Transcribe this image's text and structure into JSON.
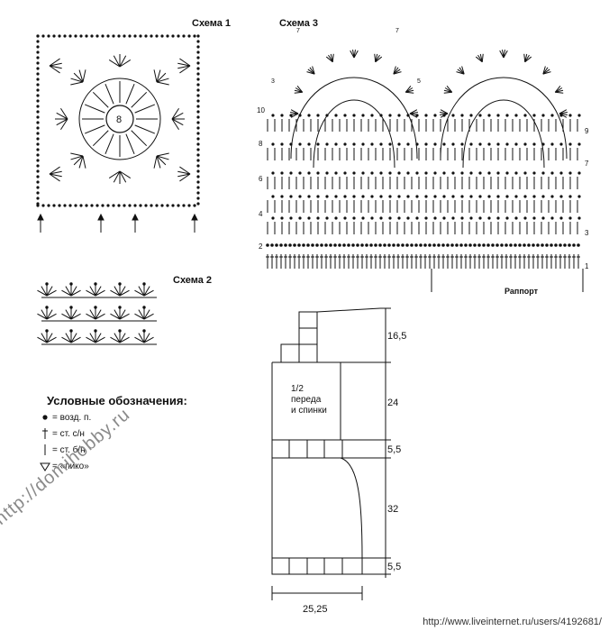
{
  "schemes": {
    "scheme1_title": "Схема 1",
    "scheme2_title": "Схема 2",
    "scheme3_title": "Схема 3",
    "center_round": "8",
    "rapport_label": "Раппорт",
    "row_numbers_left": [
      "10",
      "8",
      "6",
      "4",
      "2"
    ],
    "row_numbers_right": [
      "9",
      "7",
      "3",
      "1"
    ],
    "top_marks": [
      "7",
      "7",
      "3",
      "5"
    ]
  },
  "pattern": {
    "piece_label_line1": "1/2",
    "piece_label_line2": "переда",
    "piece_label_line3": "и спинки",
    "dim_top": "16,5",
    "dim_body": "24",
    "dim_band_upper": "5,5",
    "dim_lower": "32",
    "dim_band_lower": "5,5",
    "dim_width": "25,25"
  },
  "legend": {
    "title": "Условные обозначения:",
    "items": [
      {
        "icon": "dot-icon",
        "text": "= возд. п."
      },
      {
        "icon": "dagger-icon",
        "text": "= ст. с/н"
      },
      {
        "icon": "bar-icon",
        "text": "= ст. б/н"
      },
      {
        "icon": "picot-icon",
        "text": "= «пико»"
      }
    ]
  },
  "watermark": "http://domihobby.ru",
  "footer_url": "http://www.liveinternet.ru/users/4192681/"
}
